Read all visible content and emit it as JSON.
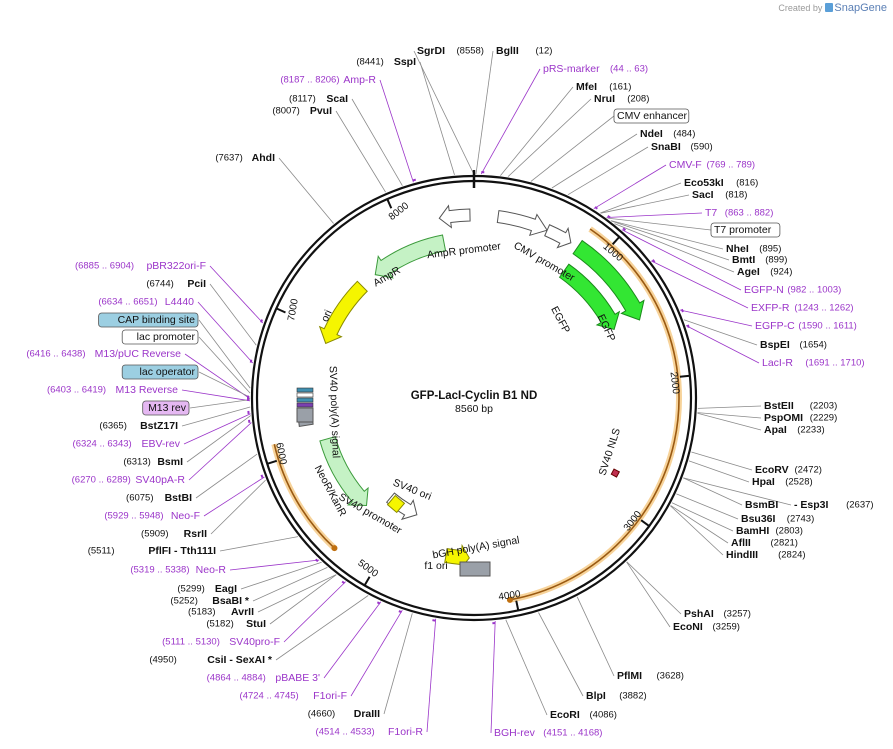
{
  "credit": {
    "prefix": "Created by",
    "brand": "SnapGene"
  },
  "plasmid": {
    "name": "GFP-LacI-Cyclin B1 ND",
    "length_label": "8560 bp",
    "length": 8560
  },
  "colors": {
    "site": "#111111",
    "primer": "#9b35c9",
    "leader": "#8a8a8a",
    "green": "#33e633",
    "light_green": "#c5f2c5",
    "yellow": "#f5f500",
    "orange": "#f0a640",
    "gray": "#9aa0a8",
    "purple_box": "#e5b8f2",
    "teal_box": "#9ccfe2"
  },
  "scale_ticks": [
    {
      "pos": 1000,
      "label": "1000"
    },
    {
      "pos": 2000,
      "label": "2000"
    },
    {
      "pos": 3000,
      "label": "3000"
    },
    {
      "pos": 4000,
      "label": "4000"
    },
    {
      "pos": 5000,
      "label": "5000"
    },
    {
      "pos": 6000,
      "label": "6000"
    },
    {
      "pos": 7000,
      "label": "7000"
    },
    {
      "pos": 8000,
      "label": "8000"
    }
  ],
  "features": [
    {
      "name": "CMV enhancer",
      "start": 180,
      "end": 560,
      "type": "enhancer",
      "label": "CMV enhancer"
    },
    {
      "name": "CMV promoter",
      "start": 560,
      "end": 760,
      "type": "promoter",
      "label": "CMV promoter"
    },
    {
      "name": "EGFP outer",
      "start": 820,
      "end": 1540,
      "type": "gene",
      "label": "EGFP"
    },
    {
      "name": "EGFP inner",
      "start": 840,
      "end": 1520,
      "type": "gene",
      "label": "EGFP"
    },
    {
      "name": "SV40 NLS",
      "start": 2780,
      "end": 2830,
      "type": "nls",
      "label": "SV40 NLS"
    },
    {
      "name": "f1 ori",
      "start": 4320,
      "end": 4520,
      "type": "ori",
      "label": "f1 ori"
    },
    {
      "name": "SV40 promoter",
      "start": 4900,
      "end": 5230,
      "type": "promoter",
      "label": "SV40 promoter"
    },
    {
      "name": "NeoR/KanR",
      "start": 5350,
      "end": 6050,
      "type": "gene_light",
      "label": "NeoR/KanR"
    },
    {
      "name": "SV40 poly(A) signal",
      "start": 6200,
      "end": 6310,
      "type": "gray",
      "label": "SV40 poly(A) signal"
    },
    {
      "name": "ori",
      "start": 6900,
      "end": 7490,
      "type": "ori",
      "label": "ori"
    },
    {
      "name": "AmpR",
      "start": 7640,
      "end": 8300,
      "type": "gene_light",
      "label": "AmpR"
    },
    {
      "name": "AmpR promoter",
      "start": 8300,
      "end": 8530,
      "type": "promoter",
      "label": "AmpR promoter"
    }
  ],
  "inner_labels": {
    "sv40_ori": "SV40 ori",
    "bgh_polya": "bGH poly(A) signal"
  },
  "orf_arcs": [
    {
      "name": "LacI-Cyclin ORF",
      "start": 820,
      "end": 4040
    },
    {
      "name": "NeoR ORF",
      "start": 5300,
      "end": 6110
    }
  ],
  "labels_right": [
    {
      "name": "SgrDI",
      "pos": "(8558)",
      "kind": "site"
    },
    {
      "name": "BglII",
      "pos": "(12)",
      "kind": "site"
    },
    {
      "name": "pRS-marker",
      "pos": "(44 .. 63)",
      "kind": "primer"
    },
    {
      "name": "MfeI",
      "pos": "(161)",
      "kind": "site"
    },
    {
      "name": "NruI",
      "pos": "(208)",
      "kind": "site"
    },
    {
      "name": "CMV enhancer",
      "pos": "",
      "kind": "boxed"
    },
    {
      "name": "NdeI",
      "pos": "(484)",
      "kind": "site"
    },
    {
      "name": "SnaBI",
      "pos": "(590)",
      "kind": "site"
    },
    {
      "name": "CMV-F",
      "pos": "(769 .. 789)",
      "kind": "primer"
    },
    {
      "name": "Eco53kI",
      "pos": "(816)",
      "kind": "site"
    },
    {
      "name": "SacI",
      "pos": "(818)",
      "kind": "site"
    },
    {
      "name": "T7",
      "pos": "(863 .. 882)",
      "kind": "primer"
    },
    {
      "name": "T7 promoter",
      "pos": "",
      "kind": "boxed"
    },
    {
      "name": "NheI",
      "pos": "(895)",
      "kind": "site"
    },
    {
      "name": "BmtI",
      "pos": "(899)",
      "kind": "site"
    },
    {
      "name": "AgeI",
      "pos": "(924)",
      "kind": "site"
    },
    {
      "name": "EGFP-N",
      "pos": "(982 .. 1003)",
      "kind": "primer"
    },
    {
      "name": "EXFP-R",
      "pos": "(1243 .. 1262)",
      "kind": "primer"
    },
    {
      "name": "EGFP-C",
      "pos": "(1590 .. 1611)",
      "kind": "primer"
    },
    {
      "name": "BspEI",
      "pos": "(1654)",
      "kind": "site"
    },
    {
      "name": "LacI-R",
      "pos": "(1691 .. 1710)",
      "kind": "primer"
    },
    {
      "name": "BstEII",
      "pos": "(2203)",
      "kind": "site"
    },
    {
      "name": "PspOMI",
      "pos": "(2229)",
      "kind": "site"
    },
    {
      "name": "ApaI",
      "pos": "(2233)",
      "kind": "site"
    },
    {
      "name": "EcoRV",
      "pos": "(2472)",
      "kind": "site"
    },
    {
      "name": "HpaI",
      "pos": "(2528)",
      "kind": "site"
    },
    {
      "name": "BsmBI",
      "pos": "",
      "kind": "site"
    },
    {
      "name": "- Esp3I",
      "pos": "(2637)",
      "kind": "site"
    },
    {
      "name": "Bsu36I",
      "pos": "(2743)",
      "kind": "site"
    },
    {
      "name": "BamHI",
      "pos": "(2803)",
      "kind": "site"
    },
    {
      "name": "AflII",
      "pos": "(2821)",
      "kind": "site"
    },
    {
      "name": "HindIII",
      "pos": "(2824)",
      "kind": "site"
    },
    {
      "name": "PshAI",
      "pos": "(3257)",
      "kind": "site"
    },
    {
      "name": "EcoNI",
      "pos": "(3259)",
      "kind": "site"
    },
    {
      "name": "PflMI",
      "pos": "(3628)",
      "kind": "site"
    },
    {
      "name": "BlpI",
      "pos": "(3882)",
      "kind": "site"
    },
    {
      "name": "EcoRI",
      "pos": "(4086)",
      "kind": "site"
    },
    {
      "name": "BGH-rev",
      "pos": "(4151 .. 4168)",
      "kind": "primer"
    }
  ],
  "labels_left": [
    {
      "name": "SspI",
      "pos": "(8441)",
      "kind": "site"
    },
    {
      "name": "Amp-R",
      "pos": "(8187 .. 8206)",
      "kind": "primer"
    },
    {
      "name": "ScaI",
      "pos": "(8117)",
      "kind": "site"
    },
    {
      "name": "PvuI",
      "pos": "(8007)",
      "kind": "site"
    },
    {
      "name": "AhdI",
      "pos": "(7637)",
      "kind": "site"
    },
    {
      "name": "pBR322ori-F",
      "pos": "(6885 .. 6904)",
      "kind": "primer"
    },
    {
      "name": "PciI",
      "pos": "(6744)",
      "kind": "site"
    },
    {
      "name": "L4440",
      "pos": "(6634 .. 6651)",
      "kind": "primer"
    },
    {
      "name": "CAP binding site",
      "pos": "",
      "kind": "teal"
    },
    {
      "name": "lac promoter",
      "pos": "",
      "kind": "boxed"
    },
    {
      "name": "M13/pUC Reverse",
      "pos": "(6416 .. 6438)",
      "kind": "primer"
    },
    {
      "name": "lac operator",
      "pos": "",
      "kind": "teal"
    },
    {
      "name": "M13 Reverse",
      "pos": "(6403 .. 6419)",
      "kind": "primer"
    },
    {
      "name": "M13 rev",
      "pos": "",
      "kind": "purplebox"
    },
    {
      "name": "BstZ17I",
      "pos": "(6365)",
      "kind": "site"
    },
    {
      "name": "EBV-rev",
      "pos": "(6324 .. 6343)",
      "kind": "primer"
    },
    {
      "name": "BsmI",
      "pos": "(6313)",
      "kind": "site"
    },
    {
      "name": "SV40pA-R",
      "pos": "(6270 .. 6289)",
      "kind": "primer"
    },
    {
      "name": "BstBI",
      "pos": "(6075)",
      "kind": "site"
    },
    {
      "name": "Neo-F",
      "pos": "(5929 .. 5948)",
      "kind": "primer"
    },
    {
      "name": "RsrII",
      "pos": "(5909)",
      "kind": "site"
    },
    {
      "name": "PflFI - Tth111I",
      "pos": "(5511)",
      "kind": "site"
    },
    {
      "name": "Neo-R",
      "pos": "(5319 .. 5338)",
      "kind": "primer"
    },
    {
      "name": "EagI",
      "pos": "(5299)",
      "kind": "site"
    },
    {
      "name": "BsaBI *",
      "pos": "(5252)",
      "kind": "site"
    },
    {
      "name": "AvrII",
      "pos": "(5183)",
      "kind": "site"
    },
    {
      "name": "StuI",
      "pos": "(5182)",
      "kind": "site"
    },
    {
      "name": "SV40pro-F",
      "pos": "(5111 .. 5130)",
      "kind": "primer"
    },
    {
      "name": "CsiI - SexAI *",
      "pos": "(4950)",
      "kind": "site"
    },
    {
      "name": "pBABE 3'",
      "pos": "(4864 .. 4884)",
      "kind": "primer"
    },
    {
      "name": "F1ori-F",
      "pos": "(4724 .. 4745)",
      "kind": "primer"
    },
    {
      "name": "DraIII",
      "pos": "(4660)",
      "kind": "site"
    },
    {
      "name": "F1ori-R",
      "pos": "(4514 .. 4533)",
      "kind": "primer"
    }
  ]
}
